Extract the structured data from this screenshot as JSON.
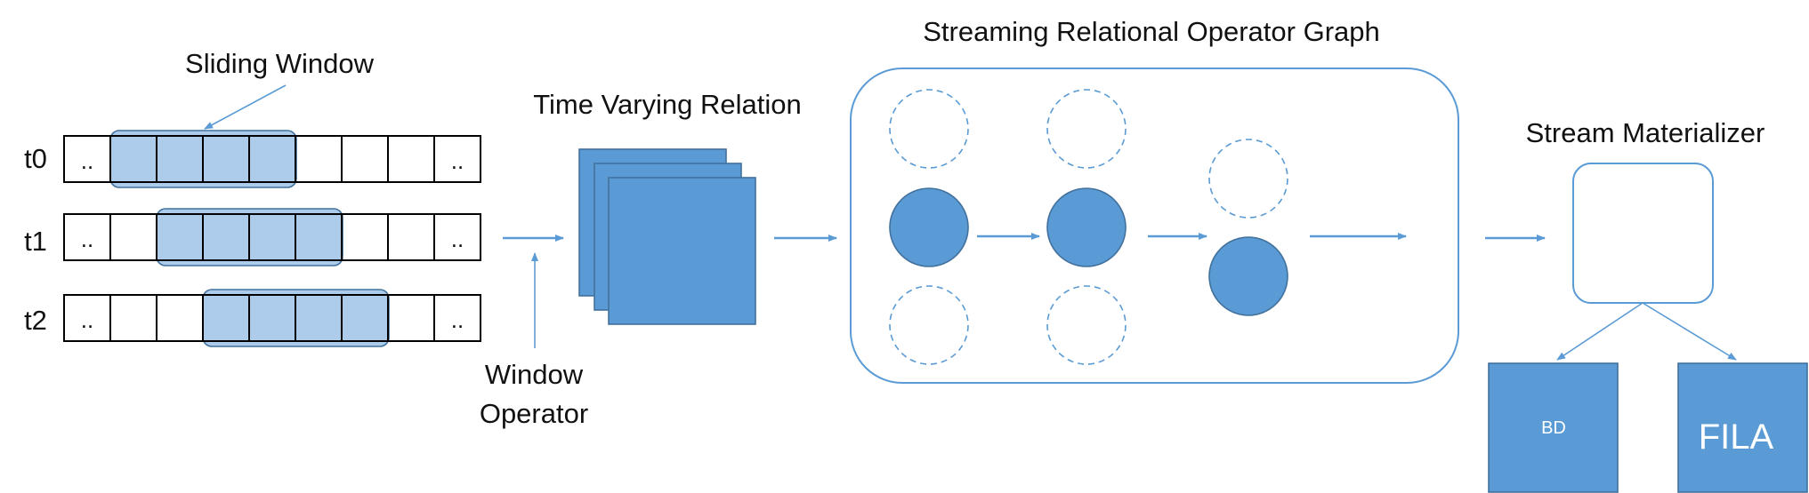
{
  "labels": {
    "sliding_window": "Sliding Window",
    "time_varying_relation": "Time Varying Relation",
    "window_operator_line1": "Window",
    "window_operator_line2": "Operator",
    "operator_graph": "Streaming Relational Operator Graph",
    "stream_materializer": "Stream Materializer"
  },
  "rows": [
    {
      "time": "t0",
      "cells": [
        "..",
        "",
        "",
        "",
        "",
        "",
        "",
        "",
        ".."
      ]
    },
    {
      "time": "t1",
      "cells": [
        "..",
        "",
        "",
        "",
        "",
        "",
        "",
        "",
        ".."
      ]
    },
    {
      "time": "t2",
      "cells": [
        "..",
        "",
        "",
        "",
        "",
        "",
        "",
        "",
        ".."
      ]
    }
  ],
  "outputs": {
    "left": "BD",
    "right": "FILA"
  },
  "colors": {
    "accent": "#5b9bd5",
    "window_fill": "#adcbeb",
    "stroke": "#41719c",
    "arrow": "#5b9bd5"
  }
}
